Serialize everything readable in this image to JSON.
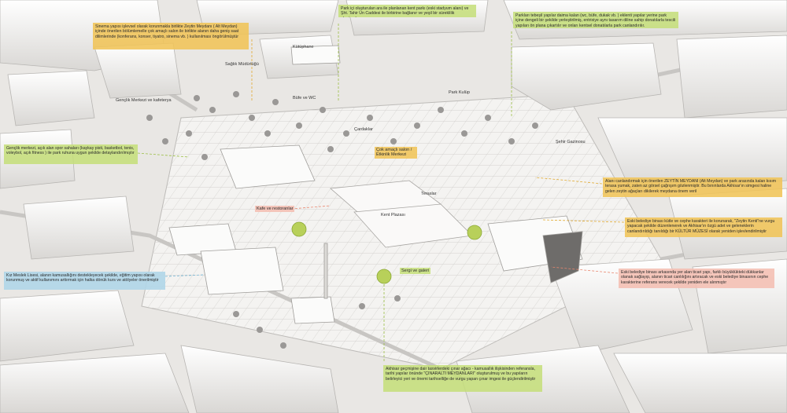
{
  "notes": {
    "sinema": "Sinema yapısı işlevsel olarak korunmakla birlikte Zeytin Meydanı ( Alt Meydan) içinde önerilen bölümlemelle çok amaçlı salon ile birlikte alanın daha geniş saat dilimlerinde (konferans, konser, tiyatro, sinema vb. ) kullanılması öngörülmüştür",
    "park_top": "Park içi oluşturulan ara ile planlanan kent parkı (eski stadyum alanı) ve Şht. Tahir Ün Caddesi ile birbirine bağlanır ve yeşil bir süreklilik oluşturulur",
    "parklari": "Parkları tebeşil yapılar daima kalan (wc, büfe, dukak vb. ) eklenti yapılar yerine park içine dengeli bir şekilde yerleştirilmiş, entrixiye aynı tasarım diline sahip donatılarla tescili yapıları ön plana çıkartılır ve onları kentsel donatılarla park canlandırılır.",
    "genclik": "Gençlik merkezi, açık alan spor sahaları (kaykay pisti, basketbol, tenis, voleybol, açık fitness ) ile park ruhuna uygun şekilde detaylandırılmıştır",
    "alan": "Alanı canlandırmak için önerilen ZEYTİN MEYDANI (Alt Meydan) ve park arasında kalan kısım terasa yumak, zaten az görsel çağrışım gözlenmiştir. Bu bınınlarda Akhisar'ın simgesi haline gelen zeytin ağaçları dikilerek meydana önem veril",
    "eski1": "Eski belediye binası kütle ve cephe karakteri ile korunarak, \"Zeytin Kenti\"ne vurgu yapacak şekilde düzenlenerek ve Akhisar'ın özgü adet ve geleneklerin canlandırıldığı tanıldığı bir KÜLTÜR MÜZESİ olarak yeniden işlevlendirilmiştir",
    "eski2": "Eski belediye binası arkasında yer alan ticari yapı, farklı büyüklükteki dükkanlar olanak sağlayıp, alanın ticari canlılığını artıracak ve eski belediye binasının cephe karakterine referans verecek şekilde yeniden ele alınmıştır",
    "kiz": "Kız Meslek Lisesi, alanın kamusallığını destekleyecek şekilde, eğitim yapısı olarak korunmuş ve aktif kullanımını arttırmak için halka dönük kurs ve atölyeler önerilmiştir",
    "akhisar": "Akhisar geçmişine dair tasvirlerdeki çınar ağacı - kamusallık ilişkisinden referansla, tarihi yapılar önünde \"ÇINARALTI MEYDANLARI\" oluşturulmuş ve bu yapıların belirleyici yeri ve önemi tarihselliğe de vurgu yapan çınar imgesi ile güçlendirilmiştir"
  },
  "tags": {
    "cok_amacli": "Çok amaçlı salon / Etkinlik Merkezi",
    "kafe": "Kafe ve restoranlar",
    "sergi": "Sergi ve galeri"
  },
  "labels": {
    "saglik": "Sağlık Müdürlüğü",
    "kutuphane": "Kütüphane",
    "genclik": "Gençlik Merkezi ve kafeterya",
    "bufe": "Büfe ve WC",
    "park_kulup": "Park Kulüp",
    "cardaklar": "Çardaklar",
    "sehir": "Şehir Gazinosu",
    "teraslar": "Teraslar",
    "kent": "Kent Plazası"
  },
  "colors": {
    "yellow": "#f0c458",
    "green": "#c4de78",
    "red": "#f4beb2",
    "blue": "#b0d6e8"
  }
}
